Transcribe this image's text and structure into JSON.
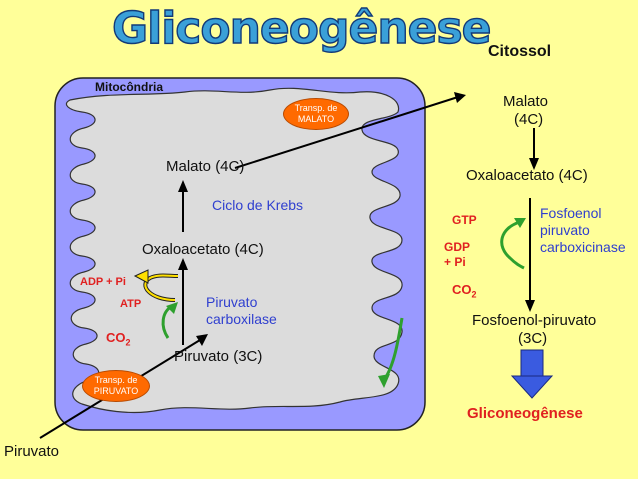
{
  "title": "Gliconeogênese",
  "cytosol": {
    "heading": "Citossol",
    "malato": "Malato",
    "malato_c": "(4C)",
    "oxaloacetato": "Oxaloacetato (4C)",
    "enzyme_line1": "Fosfoenol",
    "enzyme_line2": "piruvato",
    "enzyme_line3": "carboxicinase",
    "gtp": "GTP",
    "gdp_line1": "GDP",
    "gdp_line2": "+ Pi",
    "co2": "CO",
    "co2_sub": "2",
    "pep": "Fosfoenol-piruvato",
    "pep_c": "(3C)",
    "result": "Gliconeogênese"
  },
  "mitochondria": {
    "heading": "Mitocôndria",
    "transp_malato_line1": "Transp. de",
    "transp_malato_line2": "MALATO",
    "malato": "Malato (4C)",
    "krebs": "Ciclo de Krebs",
    "oxaloacetato": "Oxaloacetato (4C)",
    "adp": "ADP + Pi",
    "atp": "ATP",
    "enzyme_line1": "Piruvato",
    "enzyme_line2": "carboxilase",
    "co2": "CO",
    "co2_sub": "2",
    "piruvato": "Piruvato (3C)",
    "transp_piruvato_line1": "Transp. de",
    "transp_piruvato_line2": "PIRUVATO"
  },
  "outside": {
    "piruvato": "Piruvato"
  },
  "colors": {
    "background": "#ffff99",
    "mitochondria_fill": "#9999ff",
    "membrane": "#dcdcdc",
    "transporter": "#ff6a00",
    "green_arrow": "#2ea02e",
    "red_text": "#e02020",
    "blue_text": "#2f3fcf",
    "big_arrow": "#3a5be0"
  }
}
